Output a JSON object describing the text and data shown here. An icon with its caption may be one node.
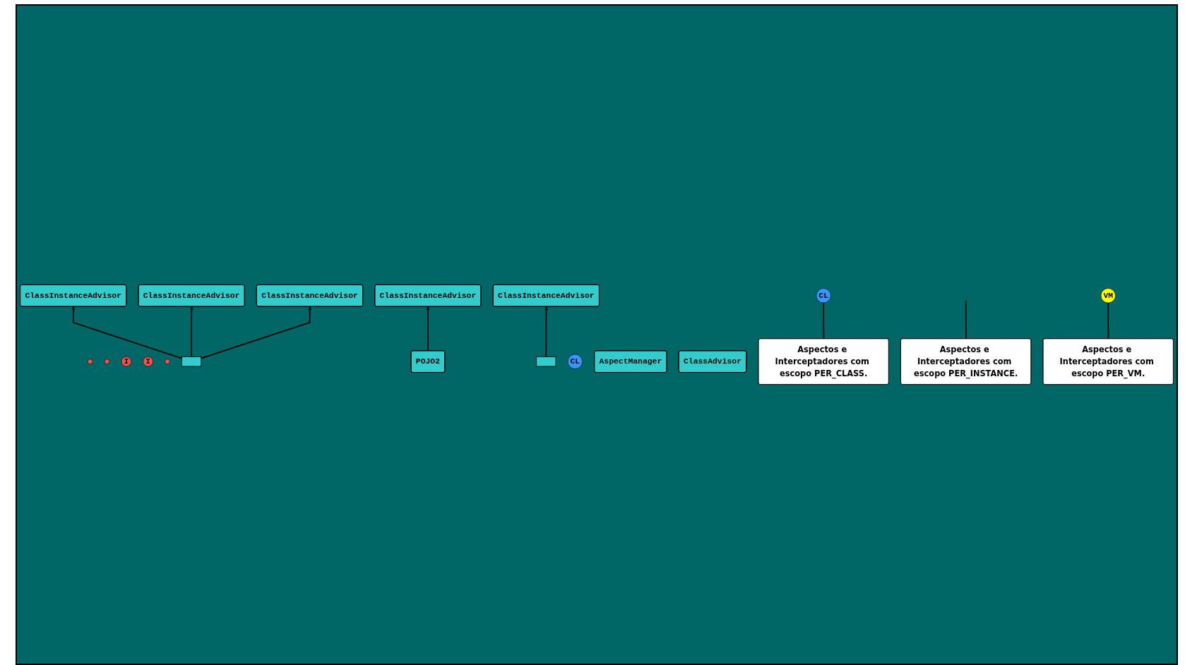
{
  "diagram": {
    "nodes": [
      {
        "text": [
          "ClassInstanceAdvisor"
        ]
      },
      {
        "text": [],
        "shape": "circle"
      },
      {
        "text": [
          "ClassInstanceAdvisor"
        ]
      },
      {
        "text": [],
        "shape": "circle"
      },
      {
        "text": [
          "ClassInstanceAdvisor"
        ]
      },
      {
        "text": [
          "I"
        ]
      },
      {
        "text": [
          "ClassInstanceAdvisor"
        ]
      },
      {
        "text": [
          "I"
        ]
      },
      {
        "text": [
          "ClassInstanceAdvisor"
        ]
      },
      {
        "text": [],
        "shape": "circle"
      },
      {
        "text": [],
        "shape": "box"
      },
      {
        "text": [
          "POJO2"
        ]
      },
      {
        "text": [],
        "shape": "box"
      },
      {
        "text": [
          "CL"
        ]
      },
      {
        "text": [
          "AspectManager"
        ]
      },
      {
        "text": [
          "VM"
        ]
      },
      {
        "text": [
          "ClassAdvisor"
        ]
      },
      {
        "text": [
          "CL"
        ]
      },
      {
        "text": [
          "Aspectos e Interceptadores com escopo PER_CLASS."
        ]
      },
      {
        "text": [
          "Aspectos e Interceptadores com escopo PER_INSTANCE."
        ]
      },
      {
        "text": [
          "Aspectos e Interceptadores com escopo PER_VM."
        ]
      }
    ],
    "edges": [
      {
        "from": 10,
        "to": 0,
        "arrow": "to"
      },
      {
        "from": 10,
        "to": 2,
        "arrow": "to"
      },
      {
        "from": 10,
        "to": 4,
        "arrow": "to"
      },
      {
        "from": 12,
        "to": 8,
        "arrow": "to"
      },
      {
        "from": 11,
        "to": 6,
        "arrow": "to"
      },
      {
        "from": 18,
        "to": 17,
        "arrow": "none"
      },
      {
        "from": 19,
        "to": null,
        "arrow": "none"
      },
      {
        "from": 20,
        "to": 15,
        "arrow": "none"
      }
    ]
  }
}
